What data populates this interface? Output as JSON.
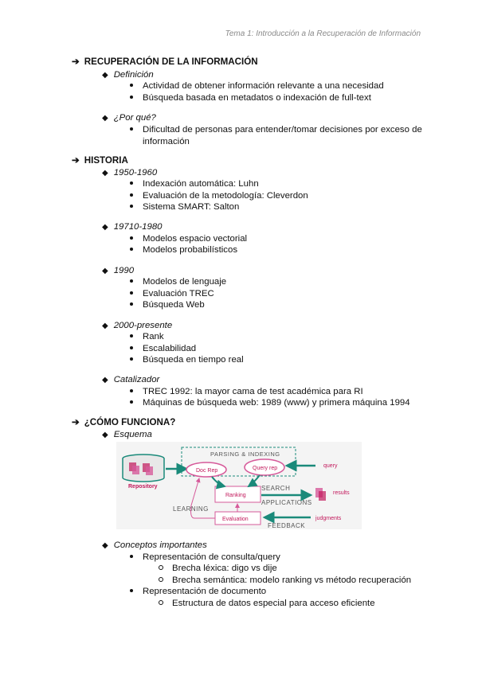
{
  "header": "Tema 1: Introducción a la Recuperación de Información",
  "s1": {
    "title": "RECUPERACIÓN DE LA INFORMACIÓN",
    "def": "Definición",
    "def_items": [
      "Actividad de obtener información relevante a una necesidad",
      "Búsqueda basada en metadatos o indexación de full-text"
    ],
    "why": "¿Por qué?",
    "why_line1": "Dificultad de personas para entender/tomar decisiones por exceso de",
    "why_line2": "información"
  },
  "s2": {
    "title": "HISTORIA",
    "p1": "1950-1960",
    "p1_items": [
      "Indexación automática: Luhn",
      "Evaluación de la metodología: Cleverdon",
      "Sistema SMART: Salton"
    ],
    "p2": "19710-1980",
    "p2_items": [
      "Modelos espacio vectorial",
      "Modelos probabilísticos"
    ],
    "p3": "1990",
    "p3_items": [
      "Modelos de lenguaje",
      "Evaluación TREC",
      "Búsqueda Web"
    ],
    "p4": "2000-presente",
    "p4_items": [
      "Rank",
      "Escalabilidad",
      "Búsqueda en tiempo real"
    ],
    "p5": "Catalizador",
    "p5_items": [
      "TREC 1992: la mayor cama de test académica para RI",
      "Máquinas de búsqueda web: 1989 (www) y primera máquina 1994"
    ]
  },
  "s3": {
    "title": "¿CÓMO FUNCIONA?",
    "esquema": "Esquema",
    "diagram": {
      "repository": "Repository",
      "parsing": "PARSING & INDEXING",
      "docrep": "Doc Rep",
      "queryrep": "Query rep",
      "query": "query",
      "ranking": "Ranking",
      "search": "SEARCH",
      "applications": "APPLICATIONS",
      "results": "results",
      "learning": "LEARNING",
      "evaluation": "Evaluation",
      "judgments": "judgments",
      "feedback": "FEEDBACK"
    },
    "conceptos": "Conceptos importantes",
    "c1": "Representación de consulta/query",
    "c1_sub": [
      "Brecha léxica: digo vs dije",
      "Brecha semántica: modelo ranking vs método recuperación"
    ],
    "c2": "Representación de documento",
    "c2_sub": [
      "Estructura de datos especial para acceso eficiente"
    ]
  },
  "colors": {
    "teal": "#1a8a7a",
    "magenta": "#c2185b",
    "pink": "#d65a9a"
  }
}
